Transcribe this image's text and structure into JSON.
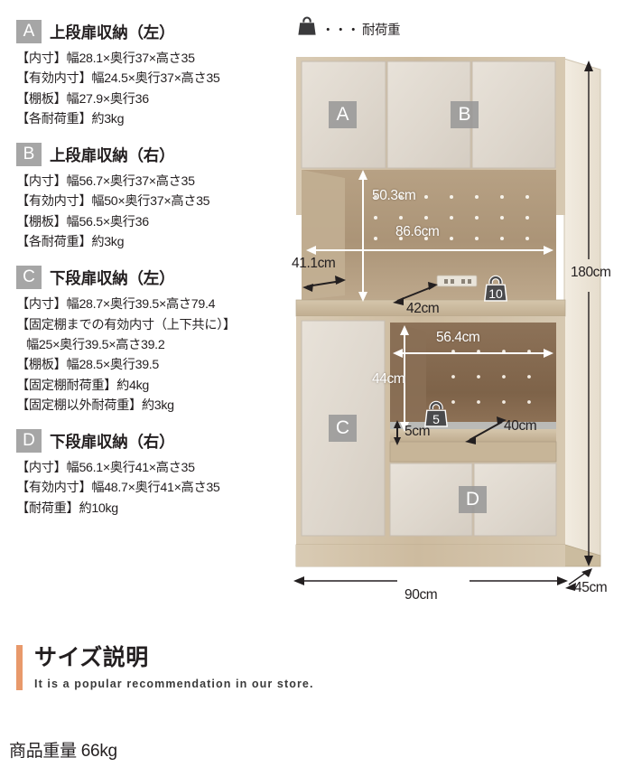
{
  "legend": {
    "icon": "weight-bag-icon",
    "dots": "・・・",
    "label": "耐荷重"
  },
  "spec_sections": [
    {
      "letter": "A",
      "title": "上段扉収納（左）",
      "lines": [
        {
          "text": "【内寸】幅28.1×奥行37×高さ35",
          "indent": false
        },
        {
          "text": "【有効内寸】幅24.5×奥行37×高さ35",
          "indent": false
        },
        {
          "text": "【棚板】幅27.9×奥行36",
          "indent": false
        },
        {
          "text": "【各耐荷重】約3kg",
          "indent": false
        }
      ]
    },
    {
      "letter": "B",
      "title": "上段扉収納（右）",
      "lines": [
        {
          "text": "【内寸】幅56.7×奥行37×高さ35",
          "indent": false
        },
        {
          "text": "【有効内寸】幅50×奥行37×高さ35",
          "indent": false
        },
        {
          "text": "【棚板】幅56.5×奥行36",
          "indent": false
        },
        {
          "text": "【各耐荷重】約3kg",
          "indent": false
        }
      ]
    },
    {
      "letter": "C",
      "title": "下段扉収納（左）",
      "lines": [
        {
          "text": "【内寸】幅28.7×奥行39.5×高さ79.4",
          "indent": false
        },
        {
          "text": "【固定棚までの有効内寸（上下共に）】",
          "indent": false
        },
        {
          "text": "幅25×奥行39.5×高さ39.2",
          "indent": true
        },
        {
          "text": "【棚板】幅28.5×奥行39.5",
          "indent": false
        },
        {
          "text": "【固定棚耐荷重】約4kg",
          "indent": false
        },
        {
          "text": "【固定棚以外耐荷重】約3kg",
          "indent": false
        }
      ]
    },
    {
      "letter": "D",
      "title": "下段扉収納（右）",
      "lines": [
        {
          "text": "【内寸】幅56.1×奥行41×高さ35",
          "indent": false
        },
        {
          "text": "【有効内寸】幅48.7×奥行41×高さ35",
          "indent": false
        },
        {
          "text": "【耐荷重】約10kg",
          "indent": false
        }
      ]
    }
  ],
  "cabinet": {
    "door_badges": [
      {
        "letter": "A"
      },
      {
        "letter": "B"
      },
      {
        "letter": "C"
      },
      {
        "letter": "D"
      }
    ],
    "dimensions": {
      "upper_open_height": "50.3cm",
      "upper_open_width": "86.6cm",
      "side_depth": "41.1cm",
      "upper_shelf_depth": "42cm",
      "lower_open_width": "56.4cm",
      "lower_open_height": "44cm",
      "slide_shelf_height": "5cm",
      "lower_shelf_depth": "40cm",
      "total_height": "180cm",
      "total_width": "90cm",
      "total_depth": "45cm"
    },
    "load_badges": [
      {
        "value": "10"
      },
      {
        "value": "5"
      }
    ]
  },
  "banner": {
    "title": "サイズ説明",
    "subtitle": "It is a popular recommendation in our store.",
    "accent_color": "#e8996b"
  },
  "product_weight": "商品重量 66kg"
}
